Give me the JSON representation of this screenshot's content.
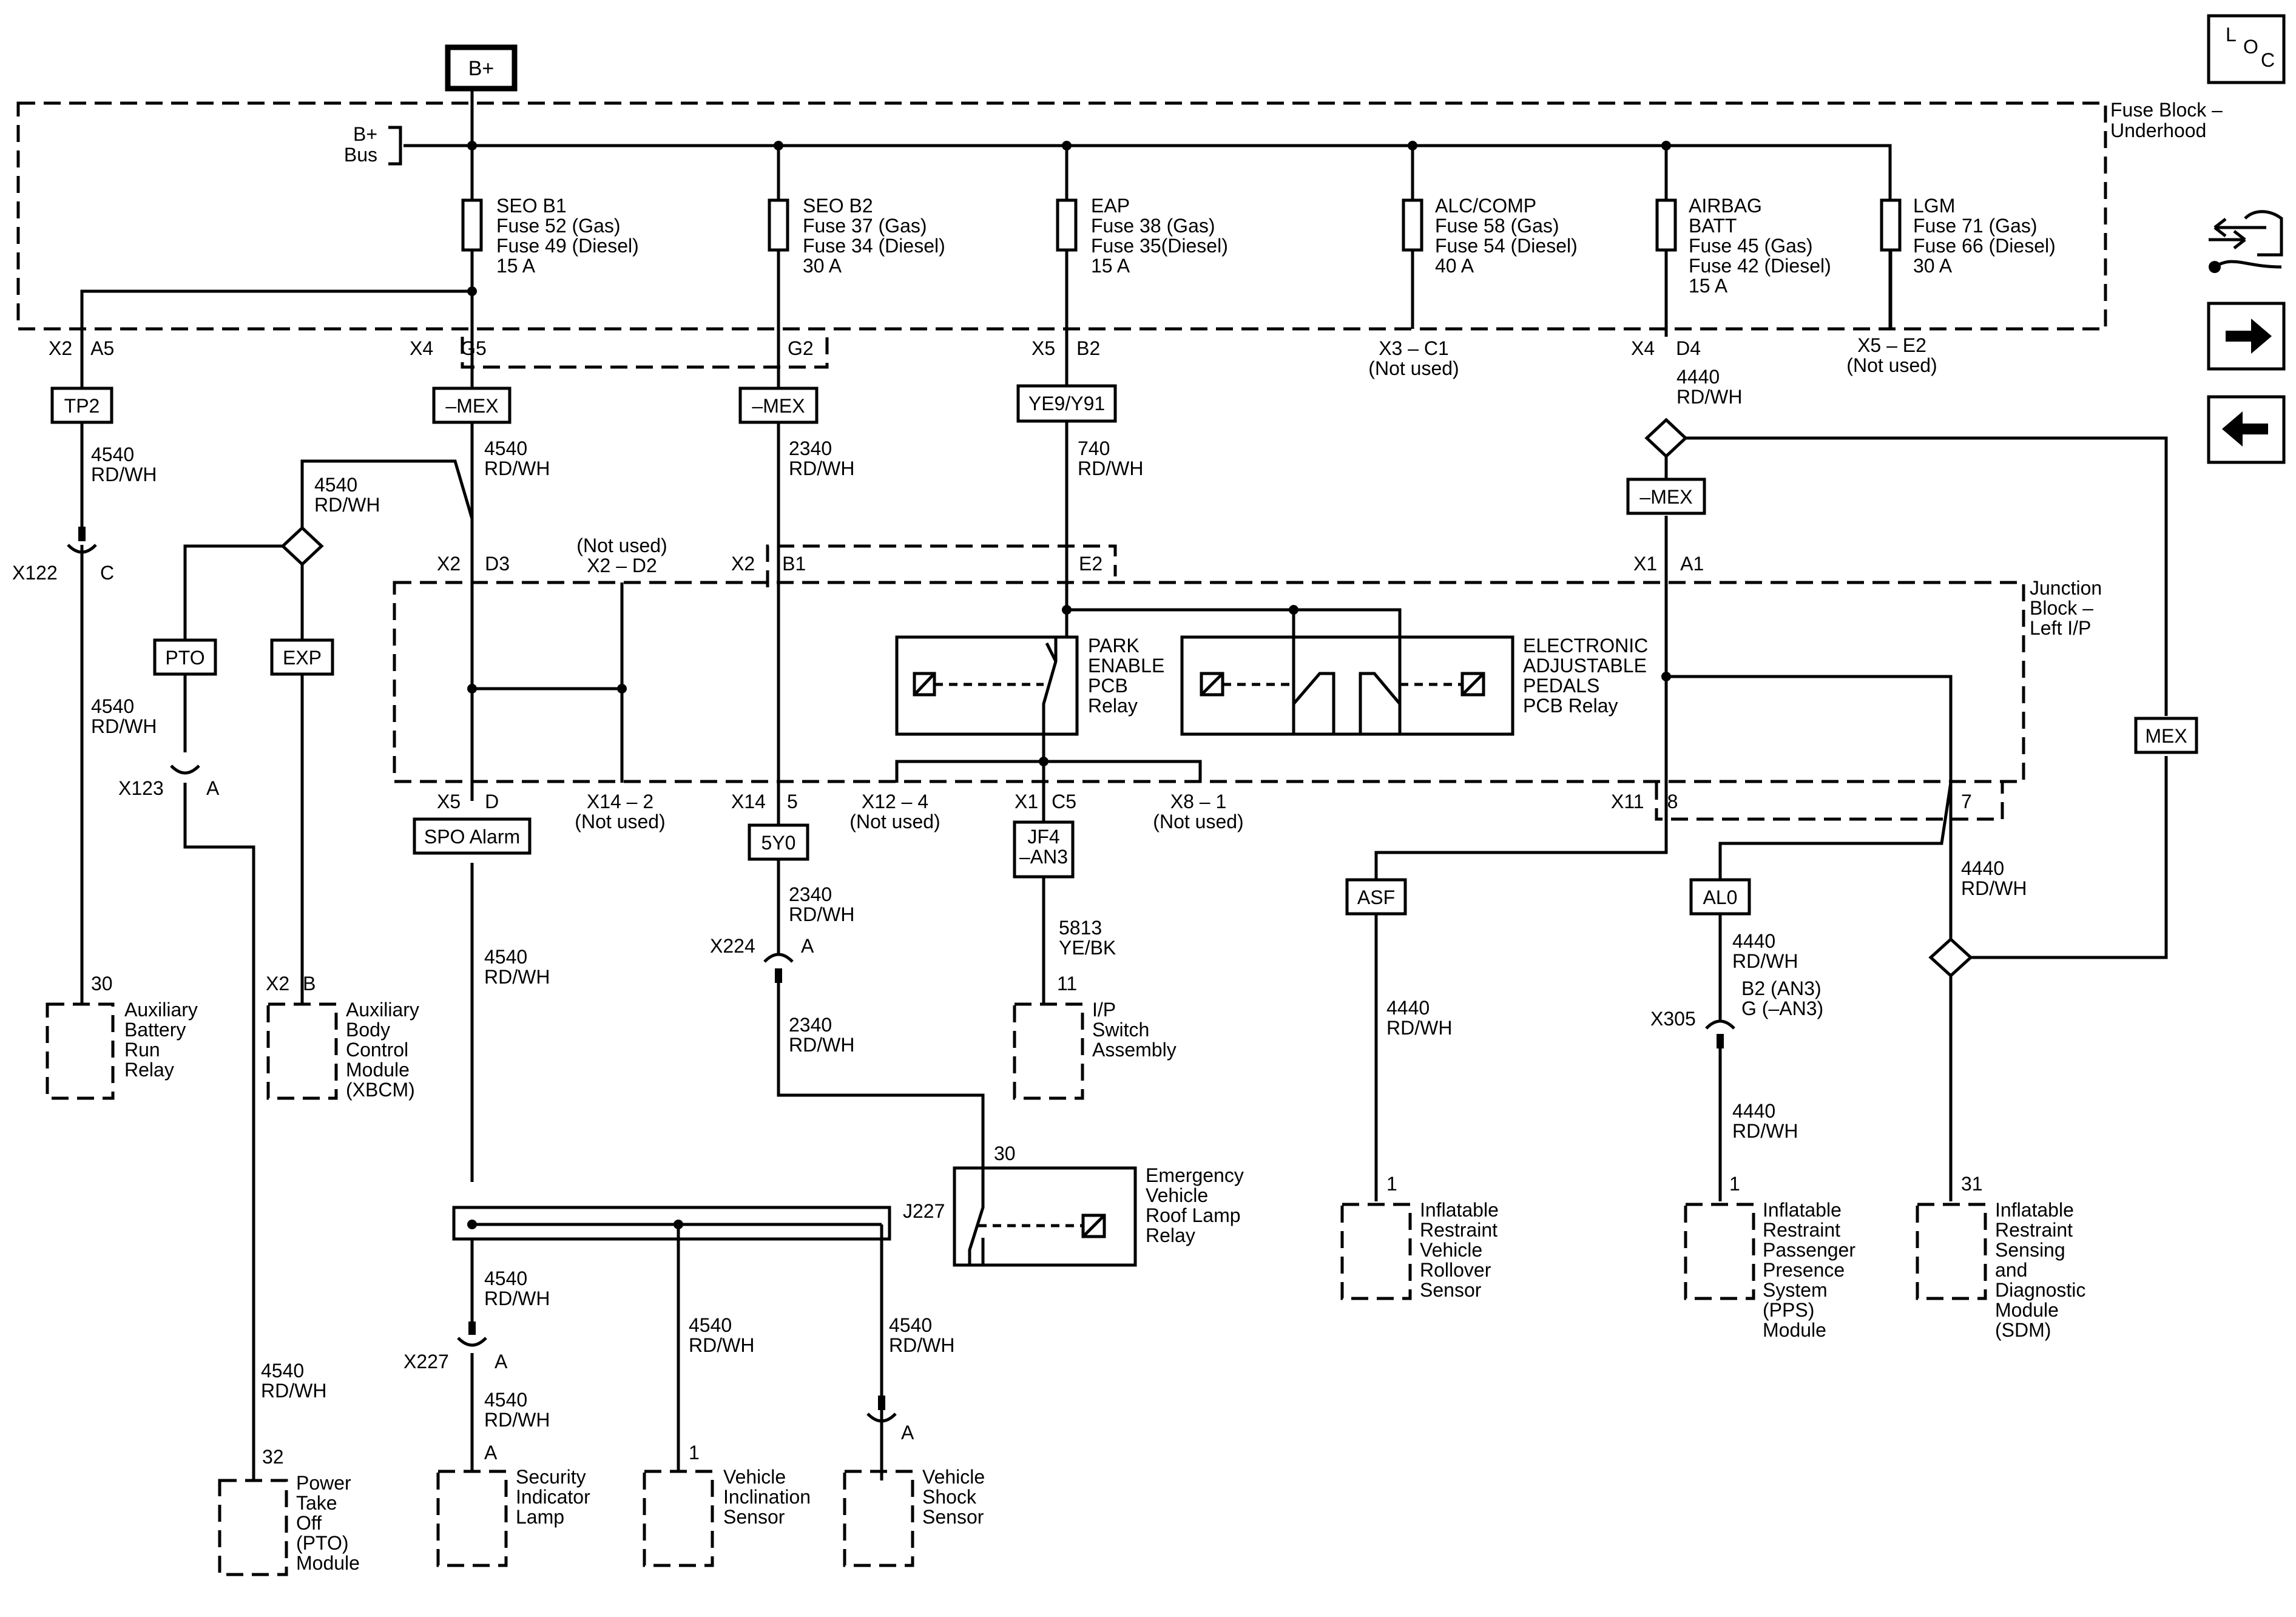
{
  "header": {
    "power_source": "B+",
    "loc_icon": "L O C",
    "fuse_block_label": [
      "Fuse Block –",
      "Underhood"
    ],
    "bus_label": [
      "B+",
      "Bus"
    ]
  },
  "nav": {
    "icons": [
      "component-locator-icon",
      "next-page-icon",
      "previous-page-icon"
    ]
  },
  "fuses": [
    {
      "name": "SEO B1",
      "lines": [
        "Fuse 52 (Gas)",
        "Fuse 49 (Diesel)",
        "15 A"
      ]
    },
    {
      "name": "SEO B2",
      "lines": [
        "Fuse 37 (Gas)",
        "Fuse 34 (Diesel)",
        "30 A"
      ]
    },
    {
      "name": "EAP",
      "lines": [
        "Fuse 38 (Gas)",
        "Fuse 35(Diesel)",
        "15 A"
      ]
    },
    {
      "name": "ALC/COMP",
      "lines": [
        "Fuse 58 (Gas)",
        "Fuse 54 (Diesel)",
        "40 A"
      ]
    },
    {
      "name": "AIRBAG",
      "lines": [
        "BATT",
        "Fuse 45 (Gas)",
        "Fuse 42 (Diesel)",
        "15 A"
      ]
    },
    {
      "name": "LGM",
      "lines": [
        "Fuse 71 (Gas)",
        "Fuse 66 (Diesel)",
        "30 A"
      ]
    }
  ],
  "connectors": {
    "x2_a5": [
      "X2",
      "A5"
    ],
    "x4_g5": [
      "X4",
      "G5"
    ],
    "g2": "G2",
    "x5_b2": [
      "X5",
      "B2"
    ],
    "x3_c1": [
      "X3 – C1",
      "(Not used)"
    ],
    "x4_d4": [
      "X4",
      "D4"
    ],
    "x5_e2": [
      "X5 – E2",
      "(Not used)"
    ],
    "x2_d3": [
      "X2",
      "D3"
    ],
    "x2_d2": [
      "(Not used)",
      "X2 – D2"
    ],
    "x2_b1": [
      "X2",
      "B1"
    ],
    "e2": "E2",
    "x1_a1": [
      "X1",
      "A1"
    ],
    "x5_d": [
      "X5",
      "D"
    ],
    "x14_2": [
      "X14 – 2",
      "(Not used)"
    ],
    "x14_5": [
      "X14",
      "5"
    ],
    "x12_4": [
      "X12 – 4",
      "(Not used)"
    ],
    "x1_c5": [
      "X1",
      "C5"
    ],
    "x8_1": [
      "X8 – 1",
      "(Not used)"
    ],
    "x11_8": [
      "X11",
      "8"
    ],
    "pin7": "7",
    "x122": [
      "X122",
      "C"
    ],
    "x123": [
      "X123",
      "A"
    ],
    "x224": [
      "X224",
      "A"
    ],
    "x305": [
      "X305",
      "B2 (AN3)",
      "G (–AN3)"
    ],
    "x227": [
      "X227",
      "A"
    ],
    "j227": "J227",
    "shock_a": "A"
  },
  "options": {
    "tp2": "TP2",
    "mex1": "–MEX",
    "mex2": "–MEX",
    "ye9": "YE9/Y91",
    "mex3": "–MEX",
    "pto": "PTO",
    "exp": "EXP",
    "mex_right": "MEX",
    "spo": "SPO Alarm",
    "y5o": "5Y0",
    "jf4": [
      "JF4",
      "–AN3"
    ],
    "asf": "ASF",
    "al0": "AL0"
  },
  "wires": {
    "w_tp2": [
      "4540",
      "RD/WH"
    ],
    "w_mex1": [
      "4540",
      "RD/WH"
    ],
    "w_mex2": [
      "2340",
      "RD/WH"
    ],
    "w_ye9": [
      "740",
      "RD/WH"
    ],
    "w_d4": [
      "4440",
      "RD/WH"
    ],
    "w_splice_left": [
      "4540",
      "RD/WH"
    ],
    "w_x122": [
      "4540",
      "RD/WH"
    ],
    "w_spo": [
      "4540",
      "RD/WH"
    ],
    "w_5y0": [
      "2340",
      "RD/WH"
    ],
    "w_x224": [
      "2340",
      "RD/WH"
    ],
    "w_jf4": [
      "5813",
      "YE/BK"
    ],
    "w_asf": [
      "4440",
      "RD/WH"
    ],
    "w_al0": [
      "4440",
      "RD/WH"
    ],
    "w_x305": [
      "4440",
      "RD/WH"
    ],
    "w_pin7": [
      "4440",
      "RD/WH"
    ],
    "w_pto": [
      "4540",
      "RD/WH"
    ],
    "w_x227_top": [
      "4540",
      "RD/WH"
    ],
    "w_x227_bot": [
      "4540",
      "RD/WH"
    ],
    "w_incl": [
      "4540",
      "RD/WH"
    ],
    "w_shock": [
      "4540",
      "RD/WH"
    ]
  },
  "relays": {
    "park": [
      "PARK",
      "ENABLE",
      "PCB",
      "Relay"
    ],
    "eap": [
      "ELECTRONIC",
      "ADJUSTABLE",
      "PEDALS",
      "PCB Relay"
    ],
    "emergency": [
      "Emergency",
      "Vehicle",
      "Roof Lamp",
      "Relay"
    ]
  },
  "junction_block_label": [
    "Junction",
    "Block –",
    "Left I/P"
  ],
  "components": {
    "aux_battery": {
      "pin": "30",
      "label": [
        "Auxiliary",
        "Battery",
        "Run",
        "Relay"
      ]
    },
    "aux_body": {
      "pin": [
        "X2",
        "B"
      ],
      "label": [
        "Auxiliary",
        "Body",
        "Control",
        "Module",
        "(XBCM)"
      ]
    },
    "ip_switch": {
      "pin": "11",
      "label": [
        "I/P",
        "Switch",
        "Assembly"
      ]
    },
    "roof_relay_pin": "30",
    "rollover": {
      "pin": "1",
      "label": [
        "Inflatable",
        "Restraint",
        "Vehicle",
        "Rollover",
        "Sensor"
      ]
    },
    "pps": {
      "pin": "1",
      "label": [
        "Inflatable",
        "Restraint",
        "Passenger",
        "Presence",
        "System",
        "(PPS)",
        "Module"
      ]
    },
    "sdm": {
      "pin": "31",
      "label": [
        "Inflatable",
        "Restraint",
        "Sensing",
        "and",
        "Diagnostic",
        "Module",
        "(SDM)"
      ]
    },
    "pto_module": {
      "pin": "32",
      "label": [
        "Power",
        "Take",
        "Off",
        "(PTO)",
        "Module"
      ]
    },
    "security_lamp": {
      "pin": "A",
      "label": [
        "Security",
        "Indicator",
        "Lamp"
      ]
    },
    "inclination": {
      "pin": "1",
      "label": [
        "Vehicle",
        "Inclination",
        "Sensor"
      ]
    },
    "shock": {
      "label": [
        "Vehicle",
        "Shock",
        "Sensor"
      ]
    }
  }
}
